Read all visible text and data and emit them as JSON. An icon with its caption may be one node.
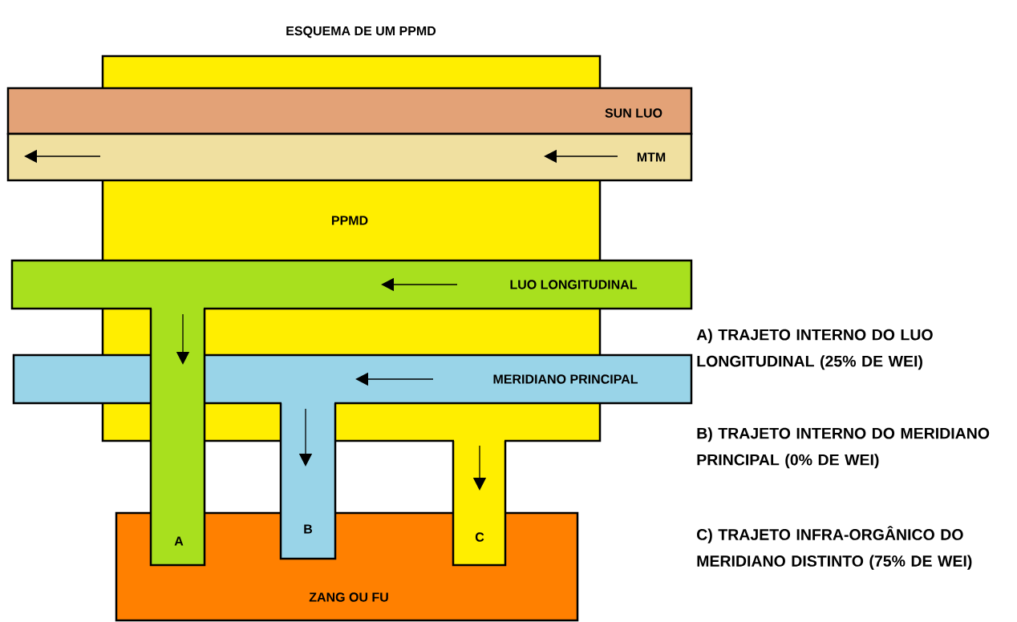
{
  "diagram": {
    "title": "ESQUEMA DE UM PPMD",
    "nodes": [
      {
        "text": [
          "ZANG OU FU"
        ]
      },
      {
        "text": [
          "PPMD"
        ]
      },
      {
        "text": [
          "SUN LUO"
        ]
      },
      {
        "text": [
          "MTM"
        ]
      },
      {
        "text": [
          "MERIDIANO PRINCIPAL"
        ]
      },
      {
        "text": [
          "LUO LONGITUDINAL"
        ]
      },
      {
        "text": [
          "A"
        ]
      },
      {
        "text": [
          "B"
        ]
      },
      {
        "text": [
          "C"
        ]
      }
    ],
    "labels": [
      "A) TRAJETO INTERNO DO LUO LONGITUDINAL (25% DE WEI)",
      "B) TRAJETO INTERNO DO MERIDIANO PRINCIPAL (0% DE WEI)",
      "C) TRAJETO INFRA-ORGÂNICO DO MERIDIANO DISTINTO (75% DE WEI)"
    ]
  }
}
